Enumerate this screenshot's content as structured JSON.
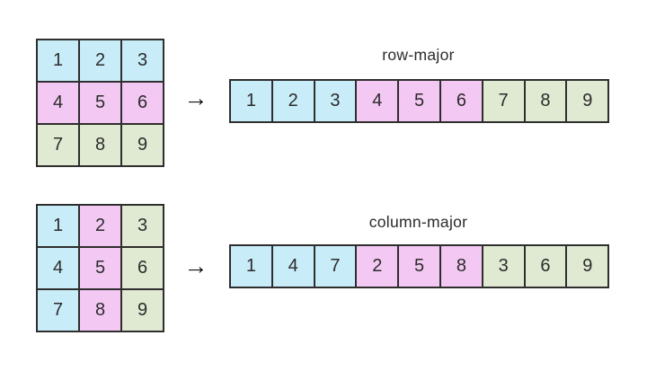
{
  "colors": {
    "blue": "#c9ecf9",
    "pink": "#f3c9f3",
    "green": "#e0ead2",
    "border": "#2e2e2e",
    "text": "#2b2b2b"
  },
  "arrow_glyph": "→",
  "sections": [
    {
      "label": "row-major",
      "matrix": {
        "rows": 3,
        "cols": 3,
        "cells": [
          {
            "value": "1",
            "color": "blue"
          },
          {
            "value": "2",
            "color": "blue"
          },
          {
            "value": "3",
            "color": "blue"
          },
          {
            "value": "4",
            "color": "pink"
          },
          {
            "value": "5",
            "color": "pink"
          },
          {
            "value": "6",
            "color": "pink"
          },
          {
            "value": "7",
            "color": "green"
          },
          {
            "value": "8",
            "color": "green"
          },
          {
            "value": "9",
            "color": "green"
          }
        ]
      },
      "array": {
        "cells": [
          {
            "value": "1",
            "color": "blue"
          },
          {
            "value": "2",
            "color": "blue"
          },
          {
            "value": "3",
            "color": "blue"
          },
          {
            "value": "4",
            "color": "pink"
          },
          {
            "value": "5",
            "color": "pink"
          },
          {
            "value": "6",
            "color": "pink"
          },
          {
            "value": "7",
            "color": "green"
          },
          {
            "value": "8",
            "color": "green"
          },
          {
            "value": "9",
            "color": "green"
          }
        ]
      }
    },
    {
      "label": "column-major",
      "matrix": {
        "rows": 3,
        "cols": 3,
        "cells": [
          {
            "value": "1",
            "color": "blue"
          },
          {
            "value": "2",
            "color": "pink"
          },
          {
            "value": "3",
            "color": "green"
          },
          {
            "value": "4",
            "color": "blue"
          },
          {
            "value": "5",
            "color": "pink"
          },
          {
            "value": "6",
            "color": "green"
          },
          {
            "value": "7",
            "color": "blue"
          },
          {
            "value": "8",
            "color": "pink"
          },
          {
            "value": "9",
            "color": "green"
          }
        ]
      },
      "array": {
        "cells": [
          {
            "value": "1",
            "color": "blue"
          },
          {
            "value": "4",
            "color": "blue"
          },
          {
            "value": "7",
            "color": "blue"
          },
          {
            "value": "2",
            "color": "pink"
          },
          {
            "value": "5",
            "color": "pink"
          },
          {
            "value": "8",
            "color": "pink"
          },
          {
            "value": "3",
            "color": "green"
          },
          {
            "value": "6",
            "color": "green"
          },
          {
            "value": "9",
            "color": "green"
          }
        ]
      }
    }
  ]
}
